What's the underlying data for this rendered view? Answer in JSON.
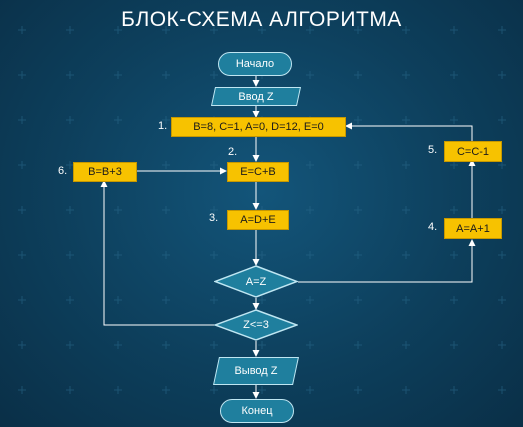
{
  "title": "БЛОК-СХЕМА АЛГОРИТМА",
  "nodes": {
    "start": "Начало",
    "input": "Ввод Z",
    "init": "B=8, C=1, A=0, D=12, E=0",
    "e_calc": "E=C+B",
    "a_calc": "A=D+E",
    "cond_a": "A=Z",
    "cond_z": "Z<=3",
    "output": "Вывод Z",
    "end": "Конец",
    "a_inc": "A=A+1",
    "c_dec": "C=C-1",
    "b_inc": "B=B+3"
  },
  "step_numbers": {
    "n1": "1.",
    "n2": "2.",
    "n3": "3.",
    "n4": "4.",
    "n5": "5.",
    "n6": "6."
  },
  "colors": {
    "background": "#0d3f5c",
    "process_fill": "#f7c200",
    "terminal_fill": "#1f7f9e",
    "connector": "#ffffff"
  }
}
